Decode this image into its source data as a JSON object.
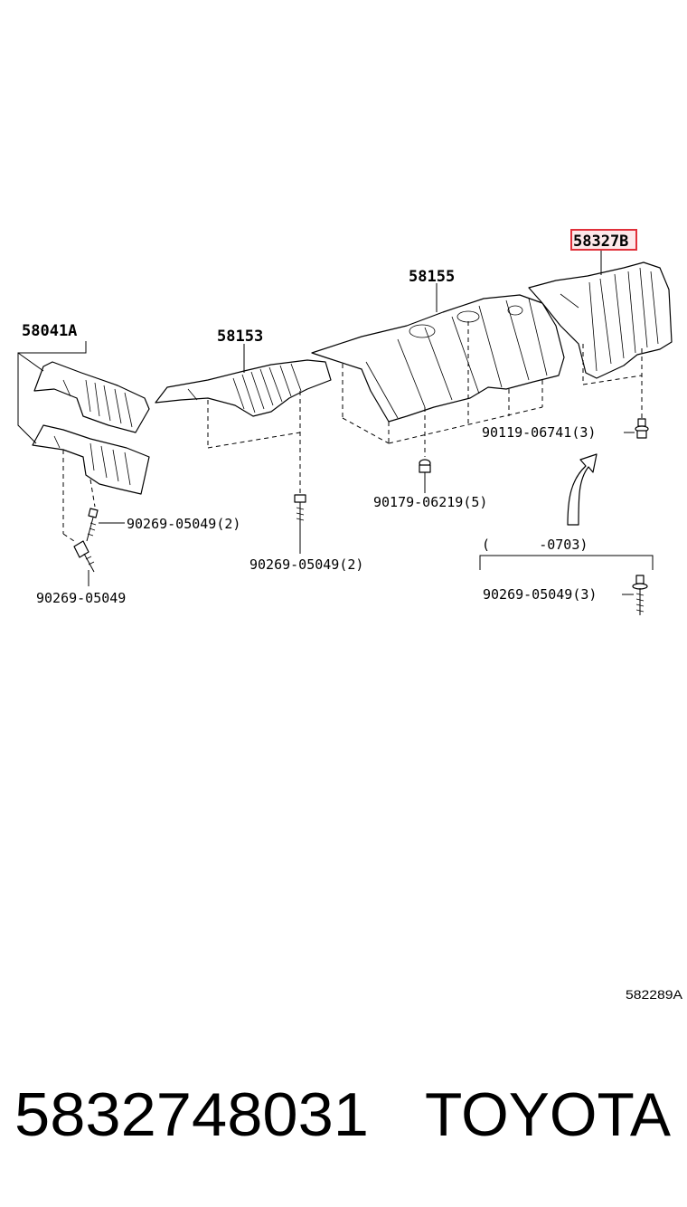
{
  "parts": {
    "p58041a": "58041A",
    "p58153": "58153",
    "p58155": "58155",
    "p58327": "58327B",
    "f90269_05049_2a": "90269-05049(2)",
    "f90269_05049": "90269-05049",
    "f90269_05049_2b": "90269-05049(2)",
    "f90179": "90179-06219(5)",
    "f90119": "90119-06741(3)",
    "range": "(      -0703)",
    "f90269_05049_3": "90269-05049(3)"
  },
  "figure_code": "582289A",
  "footer": {
    "part_number": "5832748031",
    "brand": "TOYOTA"
  },
  "colors": {
    "highlight": "#e0303a",
    "line": "#000000"
  }
}
